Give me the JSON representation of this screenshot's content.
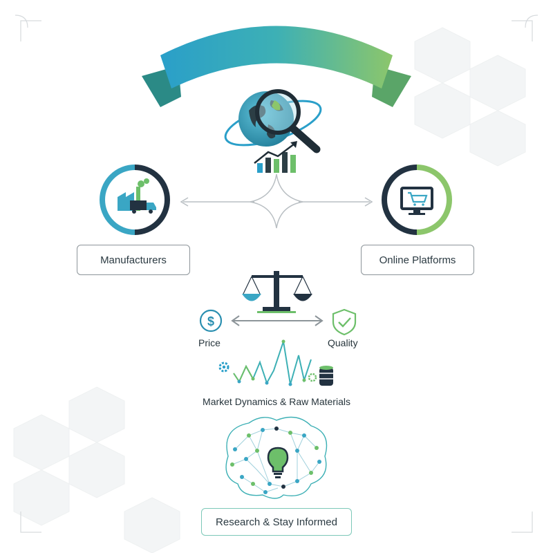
{
  "nodes": {
    "manufacturers": {
      "label": "Manufacturers"
    },
    "online_platforms": {
      "label": "Online Platforms"
    }
  },
  "tradeoff": {
    "price": {
      "label": "Price"
    },
    "quality": {
      "label": "Quality"
    }
  },
  "market": {
    "label": "Market Dynamics & Raw Materials"
  },
  "research": {
    "label": "Research & Stay Informed"
  },
  "colors": {
    "teal": "#3aa6c4",
    "green": "#8cc66b",
    "navy": "#223241",
    "accent_green": "#6dbf6a"
  },
  "icons": [
    "banner-ribbon",
    "globe-icon",
    "magnifier-icon",
    "growth-chart-icon",
    "factory-truck-icon",
    "shopping-cart-monitor-icon",
    "balance-scale-icon",
    "dollar-icon",
    "shield-check-icon",
    "gear-icon",
    "database-icon",
    "brain-network-icon",
    "lightbulb-icon"
  ]
}
